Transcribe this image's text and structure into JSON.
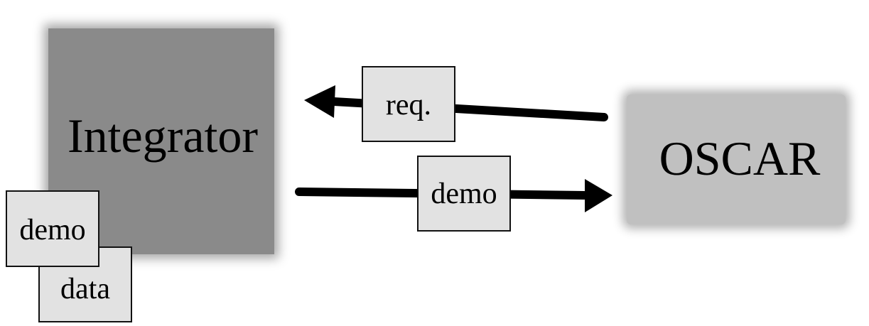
{
  "integrator": {
    "label": "Integrator"
  },
  "oscar": {
    "label": "OSCAR"
  },
  "messages": {
    "request": "req.",
    "demo": "demo"
  },
  "stack": {
    "back": "data",
    "front": "demo"
  },
  "colors": {
    "integrator_fill": "#8a8a8a",
    "oscar_fill": "#c0c0c0",
    "tag_fill": "#e2e2e2",
    "arrow": "#000000"
  }
}
